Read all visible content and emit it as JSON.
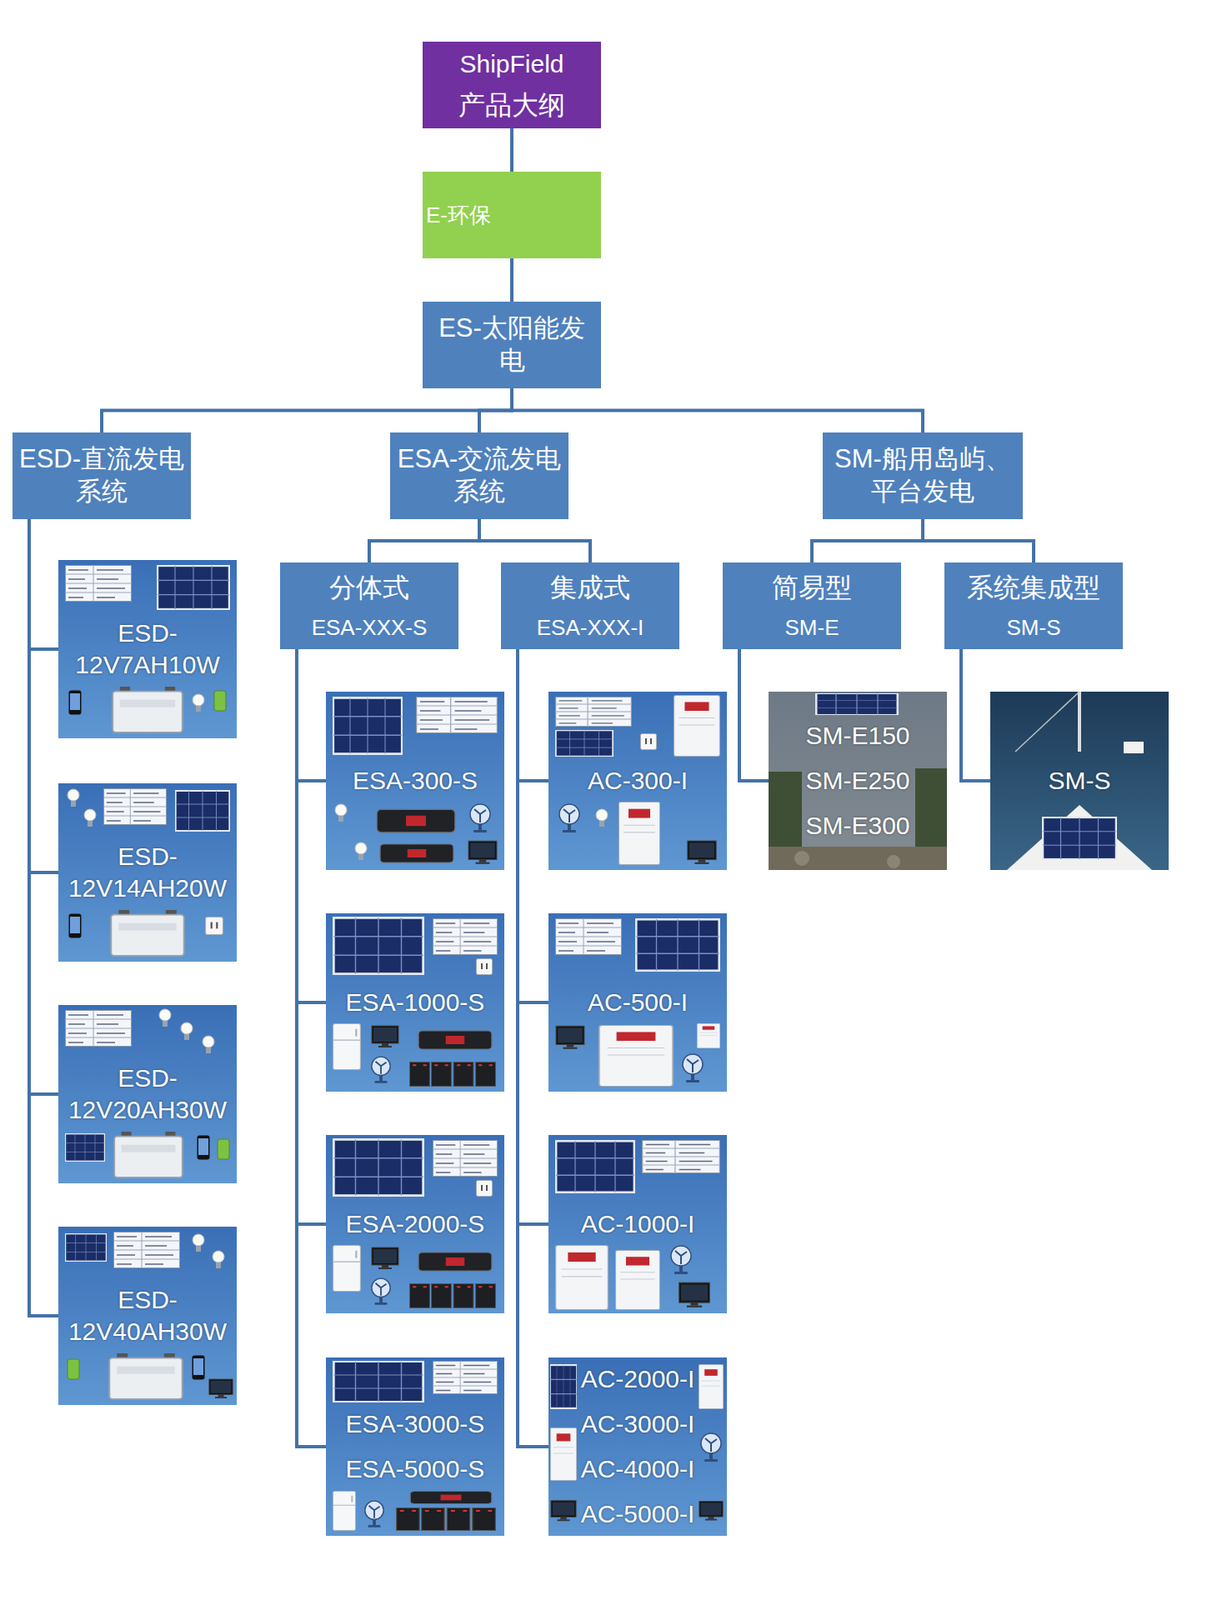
{
  "diagram": {
    "nodes": [
      {
        "text": [
          "ShipField",
          "产品大纲"
        ]
      },
      {
        "text": [
          "E-环保"
        ]
      },
      {
        "text": [
          "ES-太阳能发电"
        ]
      },
      {
        "text": [
          "ESD-直流发电系统"
        ]
      },
      {
        "text": [
          "ESA-交流发电系统"
        ]
      },
      {
        "text": [
          "SM-船用岛屿、平台发电"
        ]
      },
      {
        "text": [
          "分体式",
          "ESA-XXX-S"
        ]
      },
      {
        "text": [
          "集成式",
          "ESA-XXX-I"
        ]
      },
      {
        "text": [
          "简易型",
          "SM-E"
        ]
      },
      {
        "text": [
          "系统集成型",
          "SM-S"
        ]
      },
      {
        "text": [
          "ESD- 12V7AH10W"
        ]
      },
      {
        "text": [
          "ESD- 12V14AH20W"
        ]
      },
      {
        "text": [
          "ESD- 12V20AH30W"
        ]
      },
      {
        "text": [
          "ESD- 12V40AH30W"
        ]
      },
      {
        "text": [
          "ESA-300-S"
        ]
      },
      {
        "text": [
          "ESA-1000-S"
        ]
      },
      {
        "text": [
          "ESA-2000-S"
        ]
      },
      {
        "text": [
          "ESA-3000-S",
          "ESA-5000-S"
        ]
      },
      {
        "text": [
          "AC-300-I"
        ]
      },
      {
        "text": [
          "AC-500-I"
        ]
      },
      {
        "text": [
          "AC-1000-I"
        ]
      },
      {
        "text": [
          "AC-2000-I",
          "AC-3000-I",
          "AC-4000-I",
          "AC-5000-I"
        ]
      },
      {
        "text": [
          "SM-E150",
          "SM-E250",
          "SM-E300"
        ]
      },
      {
        "text": [
          "SM-S"
        ]
      }
    ],
    "edges": [
      {
        "from": 0,
        "to": 1,
        "arrow": "none"
      },
      {
        "from": 1,
        "to": 2,
        "arrow": "none"
      },
      {
        "from": 2,
        "to": 3,
        "arrow": "none"
      },
      {
        "from": 2,
        "to": 4,
        "arrow": "none"
      },
      {
        "from": 2,
        "to": 5,
        "arrow": "none"
      },
      {
        "from": 4,
        "to": 6,
        "arrow": "none"
      },
      {
        "from": 4,
        "to": 7,
        "arrow": "none"
      },
      {
        "from": 5,
        "to": 8,
        "arrow": "none"
      },
      {
        "from": 5,
        "to": 9,
        "arrow": "none"
      },
      {
        "from": 3,
        "to": 10,
        "arrow": "none"
      },
      {
        "from": 3,
        "to": 11,
        "arrow": "none"
      },
      {
        "from": 3,
        "to": 12,
        "arrow": "none"
      },
      {
        "from": 3,
        "to": 13,
        "arrow": "none"
      },
      {
        "from": 6,
        "to": 14,
        "arrow": "none"
      },
      {
        "from": 6,
        "to": 15,
        "arrow": "none"
      },
      {
        "from": 6,
        "to": 16,
        "arrow": "none"
      },
      {
        "from": 6,
        "to": 17,
        "arrow": "none"
      },
      {
        "from": 7,
        "to": 18,
        "arrow": "none"
      },
      {
        "from": 7,
        "to": 19,
        "arrow": "none"
      },
      {
        "from": 7,
        "to": 20,
        "arrow": "none"
      },
      {
        "from": 7,
        "to": 21,
        "arrow": "none"
      },
      {
        "from": 8,
        "to": 22,
        "arrow": "none"
      },
      {
        "from": 9,
        "to": 23,
        "arrow": "none"
      }
    ]
  }
}
